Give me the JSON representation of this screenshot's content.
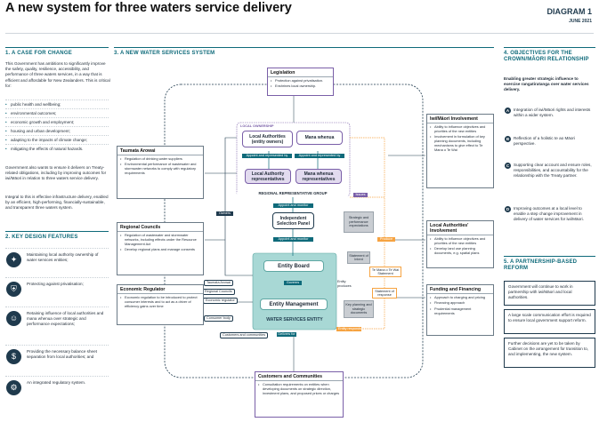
{
  "header": {
    "title": "A new system for three waters service delivery",
    "diagram_label": "DIAGRAM 1",
    "date": "JUNE 2021"
  },
  "case_for_change": {
    "heading": "1. A CASE FOR CHANGE",
    "intro": "This Government has ambitions to significantly improve the safety, quality, resilience, accessibility, and performance of three waters services, in a way that is efficient and affordable for New Zealanders. This is critical for:",
    "bullets": [
      "public health and wellbeing;",
      "environmental outcomes;",
      "economic growth and employment;",
      "housing and urban development;",
      "adapting to the impacts of climate change;",
      "mitigating the effects of natural hazards."
    ],
    "para2": "Government also wants to ensure it delivers on Treaty-related obligations, including by improving outcomes for iwi/Māori in relation to three waters service delivery.",
    "para3": "Integral to this is effective infrastructure delivery, enabled by an efficient, high-performing, financially-sustainable, and transparent three waters system."
  },
  "key_design": {
    "heading": "2. KEY DESIGN FEATURES",
    "features": [
      {
        "icon": "handshake-icon",
        "glyph": "✦",
        "text": "Maintaining local authority ownership of water services entities;"
      },
      {
        "icon": "shield-icon",
        "glyph": "⛨",
        "text": "Protecting against privatisation;"
      },
      {
        "icon": "people-icon",
        "glyph": "☺",
        "text": "Retaining influence of local authorities and mana whenua over strategic and performance expectations;"
      },
      {
        "icon": "dollar-icon",
        "glyph": "$",
        "text": "Providing the necessary balance sheet separation from local authorities; and"
      },
      {
        "icon": "regulator-icon",
        "glyph": "⚙",
        "text": "An integrated regulatory system."
      }
    ]
  },
  "new_system": {
    "heading": "3. A NEW WATER SERVICES SYSTEM",
    "legislation": {
      "title": "Legislation",
      "bullets": [
        "Protection against privatisation.",
        "Enshrines local ownership."
      ]
    },
    "local_ownership_label": "LOCAL OWNERSHIP",
    "local_authorities_owners": "Local Authorities (entity owners)",
    "mana_whenua": "Mana whenua",
    "appoint_rep_1": "Appoint and represented by",
    "appoint_rep_2": "Appoint and represented by",
    "local_authority_reps": "Local Authority representatives",
    "mana_whenua_reps": "Mana whenua representatives",
    "rrg": "REGIONAL REPRESENTATIVE GROUP",
    "issues": "Issues",
    "owners": "Owners",
    "appoint_monitor_1": "Appoint and monitor",
    "isp": "Independent Selection Panel",
    "appoint_monitor_2": "Appoint and monitor",
    "strategic_expectations": "Strategic and performance expectations",
    "statement_of_intent": "Statement of Intent",
    "key_planning_docs": "Key planning and strategic documents",
    "produce": "Produce",
    "te_mana_statement": "Te Mana o Te Wai Statement",
    "statement_of_response": "Statement of response",
    "entity_produces": "Entity produces",
    "entity_board": "Entity Board",
    "governs": "Governs",
    "entity_management": "Entity Management",
    "wse": "WATER SERVICES ENTITY",
    "delivers_for": "Delivers for",
    "entity_responds": "Entity responds",
    "pill_taumata": "Taumata Arowai",
    "pill_regional": "Regional Councils",
    "pill_econ": "Economic regulator",
    "pill_consumer": "Consumer body",
    "customers_label": "Customers and communities",
    "taumata": {
      "title": "Taumata Arowai",
      "bullets": [
        "Regulation of drinking water suppliers",
        "Environmental performance of wastewater and stormwater networks to comply with regulatory requirements"
      ]
    },
    "regional": {
      "title": "Regional Councils",
      "bullets": [
        "Regulation of wastewater and stormwater networks, including effects under the Resource Management Act",
        "Develop regional plans and manage consents"
      ]
    },
    "econreg": {
      "title": "Economic Regulator",
      "bullets": [
        "Economic regulation to be introduced to protect consumer interests and to act as a driver of efficiency gains over time"
      ]
    },
    "iwi": {
      "title": "Iwi/Māori Involvement",
      "bullets": [
        "Ability to influence objectives and priorities of the new entities",
        "Involvement in formulation of key planning documents, including mechanisms to give effect to Te Mana o Te Wai"
      ]
    },
    "la_involvement": {
      "title": "Local Authorities' Involvement",
      "bullets": [
        "Ability to influence objectives and priorities of the new entities",
        "Develop land use planning documents, e.g. spatial plans"
      ]
    },
    "funding": {
      "title": "Funding and Financing",
      "bullets": [
        "Approach to charging and pricing",
        "Financing approach",
        "Prudential management requirements"
      ]
    },
    "customers": {
      "title": "Customers and Communities",
      "bullets": [
        "Consultation requirements on entities when developing documents on strategic direction, investment plans, and proposed prices or charges"
      ]
    }
  },
  "objectives": {
    "heading": "4. OBJECTIVES FOR THE CROWN/MĀORI RELATIONSHIP",
    "intro": "Enabling greater strategic influence to exercise rangatiratanga over water services delivery.",
    "items": [
      {
        "letter": "A",
        "text": "Integration of iwi/Māori rights and interests within a wider system."
      },
      {
        "letter": "B",
        "text": "Reflection of a holistic te ao Māori perspective."
      },
      {
        "letter": "C",
        "text": "Supporting clear account and ensure roles, responsibilities, and accountability for the relationship with the Treaty partner."
      },
      {
        "letter": "D",
        "text": "Improving outcomes at a local level to enable a step change improvement in delivery of water services for iwi/Māori."
      }
    ]
  },
  "partnership": {
    "heading": "5. A PARTNERSHIP-BASED REFORM",
    "boxes": [
      "Government will continue to work in partnership with iwi/Māori and local authorities.",
      "A large scale communication effort is required to ensure local government support reform.",
      "Further decisions are yet to be taken by Cabinet on the arrangement for transition to, and implementing, the new system."
    ]
  },
  "colors": {
    "teal": "#0e6a7a",
    "navy": "#1f3a4d",
    "orange": "#f6a341",
    "entity_teal": "#a8d8d5",
    "purple": "#7a5fa8"
  }
}
